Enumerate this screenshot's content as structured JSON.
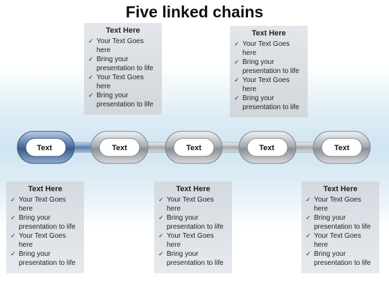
{
  "title": "Five linked chains",
  "links": [
    {
      "label": "Text",
      "color": "#4a6f9a"
    },
    {
      "label": "Text",
      "color": "#8e9399"
    },
    {
      "label": "Text",
      "color": "#8e9399"
    },
    {
      "label": "Text",
      "color": "#8e9399"
    },
    {
      "label": "Text",
      "color": "#8e9399"
    }
  ],
  "boxes": [
    {
      "heading": "Text Here",
      "bullets": [
        "Your Text Goes here",
        "Bring your presentation to life",
        "Your Text Goes here",
        "Bring your presentation to life"
      ]
    },
    {
      "heading": "Text Here",
      "bullets": [
        "Your Text Goes here",
        "Bring your presentation to life",
        "Your Text Goes here",
        "Bring your presentation to life"
      ]
    },
    {
      "heading": "Text Here",
      "bullets": [
        "Your Text Goes here",
        "Bring your presentation to life",
        "Your Text Goes here",
        "Bring your presentation to life"
      ]
    },
    {
      "heading": "Text Here",
      "bullets": [
        "Your Text Goes here",
        "Bring your presentation to life",
        "Your Text Goes here",
        "Bring your presentation to life"
      ]
    },
    {
      "heading": "Text Here",
      "bullets": [
        "Your Text Goes here",
        "Bring your presentation to life",
        "Your Text Goes here",
        "Bring your presentation to life"
      ]
    }
  ]
}
